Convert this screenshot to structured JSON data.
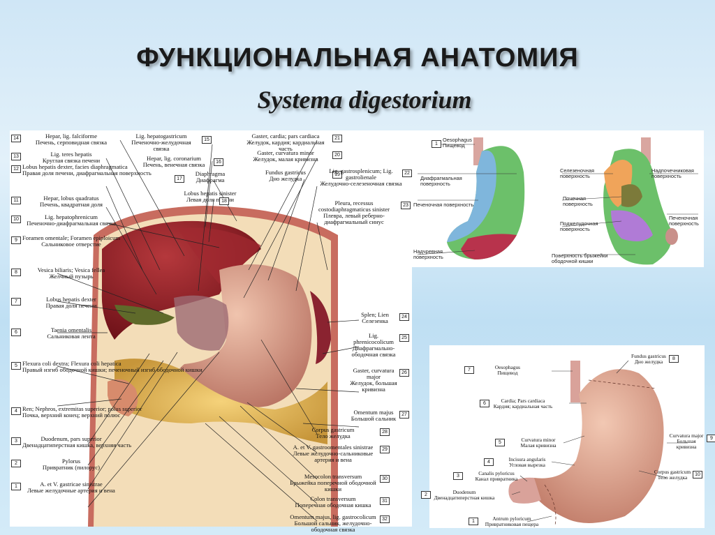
{
  "slide": {
    "title": "ФУНКЦИОНАЛЬНАЯ АНАТОМИЯ",
    "subtitle": "Systema digestorium"
  },
  "main_labels_left": [
    {
      "num": "14",
      "la": "Hepar, lig. falciforme",
      "ru": "Печень, серповидная связка"
    },
    {
      "num": "13",
      "la": "Lig. teres hepatis",
      "ru": "Круглая связка печени"
    },
    {
      "num": "12",
      "la": "Lobus hepatis dexter, facies diaphragmatica",
      "ru": "Правая доля печени, диафрагмальная поверхность"
    },
    {
      "num": "11",
      "la": "Hepar, lobus quadratus",
      "ru": "Печень, квадратная доля"
    },
    {
      "num": "10",
      "la": "Lig. hepatophrenicum",
      "ru": "Печеночно-диафрагмальная связка"
    },
    {
      "num": "9",
      "la": "Foramen omentale; Foramen epiploicum",
      "ru": "Сальниковое отверстие"
    },
    {
      "num": "8",
      "la": "Vesica biliaris; Vesica fellea",
      "ru": "Желчный пузырь"
    },
    {
      "num": "7",
      "la": "Lobus hepatis dexter",
      "ru": "Правая доля печени"
    },
    {
      "num": "6",
      "la": "Taenia omentalis",
      "ru": "Сальниковая лента"
    },
    {
      "num": "5",
      "la": "Flexura coli dextra; Flexura coli hepatica",
      "ru": "Правый изгиб ободочной кишки; печеночный изгиб ободочной кишки"
    },
    {
      "num": "4",
      "la": "Ren; Nephros, extremitas superior; polus superior",
      "ru": "Почка, верхний конец; верхний полюс"
    },
    {
      "num": "3",
      "la": "Duodenum, pars superior",
      "ru": "Двенадцатиперстная кишка, верхняя часть"
    },
    {
      "num": "2",
      "la": "Pylorus",
      "ru": "Привратник (пилорус)"
    },
    {
      "num": "1",
      "la": "A. et V. gastricae sinistrae",
      "ru": "Левые желудочные артерия и вена"
    }
  ],
  "main_labels_top": [
    {
      "num": "15",
      "la": "Lig. hepatogastricum",
      "ru": "Печеночно-желудочная связка"
    },
    {
      "num": "16",
      "la": "Hepar, lig. coronarium",
      "ru": "Печень, венечная связка"
    },
    {
      "num": "17",
      "la": "Diaphragma",
      "ru": "Диафрагма"
    },
    {
      "num": "18",
      "la": "Lobus hepatis sinister",
      "ru": "Левая доля печени"
    }
  ],
  "main_labels_right": [
    {
      "num": "21",
      "la": "Gaster, cardia; pars cardiaca",
      "ru": "Желудок, кардия; кардиальная часть"
    },
    {
      "num": "20",
      "la": "Gaster, curvatura minor",
      "ru": "Желудок, малая кривизна"
    },
    {
      "num": "19",
      "la": "Fundus gastricus",
      "ru": "Дно желудка"
    },
    {
      "num": "22",
      "la": "Lig. gastrosplenicum; Lig. gastrolienale",
      "ru": "Желудочно-селезеночная связка"
    },
    {
      "num": "23",
      "la": "Pleura, recessus costodiaphragmaticus sinister",
      "ru": "Плевра, левый реберно-диафрагмальный синус"
    },
    {
      "num": "24",
      "la": "Splen; Lien",
      "ru": "Селезенка"
    },
    {
      "num": "25",
      "la": "Lig. phrenicocolicum",
      "ru": "Диафрагмально-ободочная связка"
    },
    {
      "num": "26",
      "la": "Gaster, curvatura major",
      "ru": "Желудок, большая кривизна"
    },
    {
      "num": "27",
      "la": "Omentum majus",
      "ru": "Большой сальник"
    },
    {
      "num": "28",
      "la": "Corpus gastricum",
      "ru": "Тело желудка"
    },
    {
      "num": "29",
      "la": "A. et V. gastroomentales sinistrae",
      "ru": "Левые желудочно-сальниковые артерия и вена"
    },
    {
      "num": "30",
      "la": "Mesocolon transversum",
      "ru": "Брыжейка поперечной ободочной кишки"
    },
    {
      "num": "31",
      "la": "Colon transversum",
      "ru": "Поперечная ободочная кишка"
    },
    {
      "num": "32",
      "la": "Omentum majus, lig. gastrocolicum",
      "ru": "Большой сальник, желудочно-ободочная связка"
    }
  ],
  "top_right_labels": {
    "oesophagus": {
      "num": "1",
      "la": "Oesophagus",
      "ru": "Пищевод"
    },
    "diaphragm_surface": "Диафрагмальная поверхность",
    "liver_surface": "Печеночная поверхность",
    "pancreas_surface": "Надчревная поверхность",
    "spleen_surface": "Селезеночная поверхность",
    "adrenal_surface": "Надпочечниковая поверхность",
    "kidney_surface": "Почечная поверхность",
    "pancreatic_surface": "Поджелудочная поверхность",
    "liver_surface_2": "Печеночная поверхность",
    "mesocolon_surface": "Поверхность брыжейки ободочной кишки"
  },
  "bottom_right_labels": [
    {
      "num": "7",
      "la": "Oesophagus",
      "ru": "Пищевод",
      "side": "left"
    },
    {
      "num": "6",
      "la": "Cardia; Pars cardiaca",
      "ru": "Кардия; кардиальная часть",
      "side": "left"
    },
    {
      "num": "5",
      "la": "Curvatura minor",
      "ru": "Малая кривизна",
      "side": "left"
    },
    {
      "num": "4",
      "la": "Incisura angularis",
      "ru": "Угловая вырезка",
      "side": "left"
    },
    {
      "num": "3",
      "la": "Canalis pyloricus",
      "ru": "Канал привратника",
      "side": "left"
    },
    {
      "num": "2",
      "la": "Duodenum",
      "ru": "Двенадцатиперстная кишка",
      "side": "left"
    },
    {
      "num": "1",
      "la": "Antrum pyloricum",
      "ru": "Привратниковая пещера",
      "side": "left"
    },
    {
      "num": "8",
      "la": "Fundus gastricus",
      "ru": "Дно желудка",
      "side": "right"
    },
    {
      "num": "9",
      "la": "Curvatura major",
      "ru": "Большая кривизна",
      "side": "right"
    },
    {
      "num": "10",
      "la": "Corpus gastricum",
      "ru": "Тело желудка",
      "side": "right"
    }
  ],
  "colors": {
    "liver": "#8b1e24",
    "stomach": "#d9a08a",
    "diaphragmatic": "#7fb6dc",
    "splenic": "#f0a45a",
    "pancreatic": "#b07bd6",
    "green": "#6cc06a"
  }
}
